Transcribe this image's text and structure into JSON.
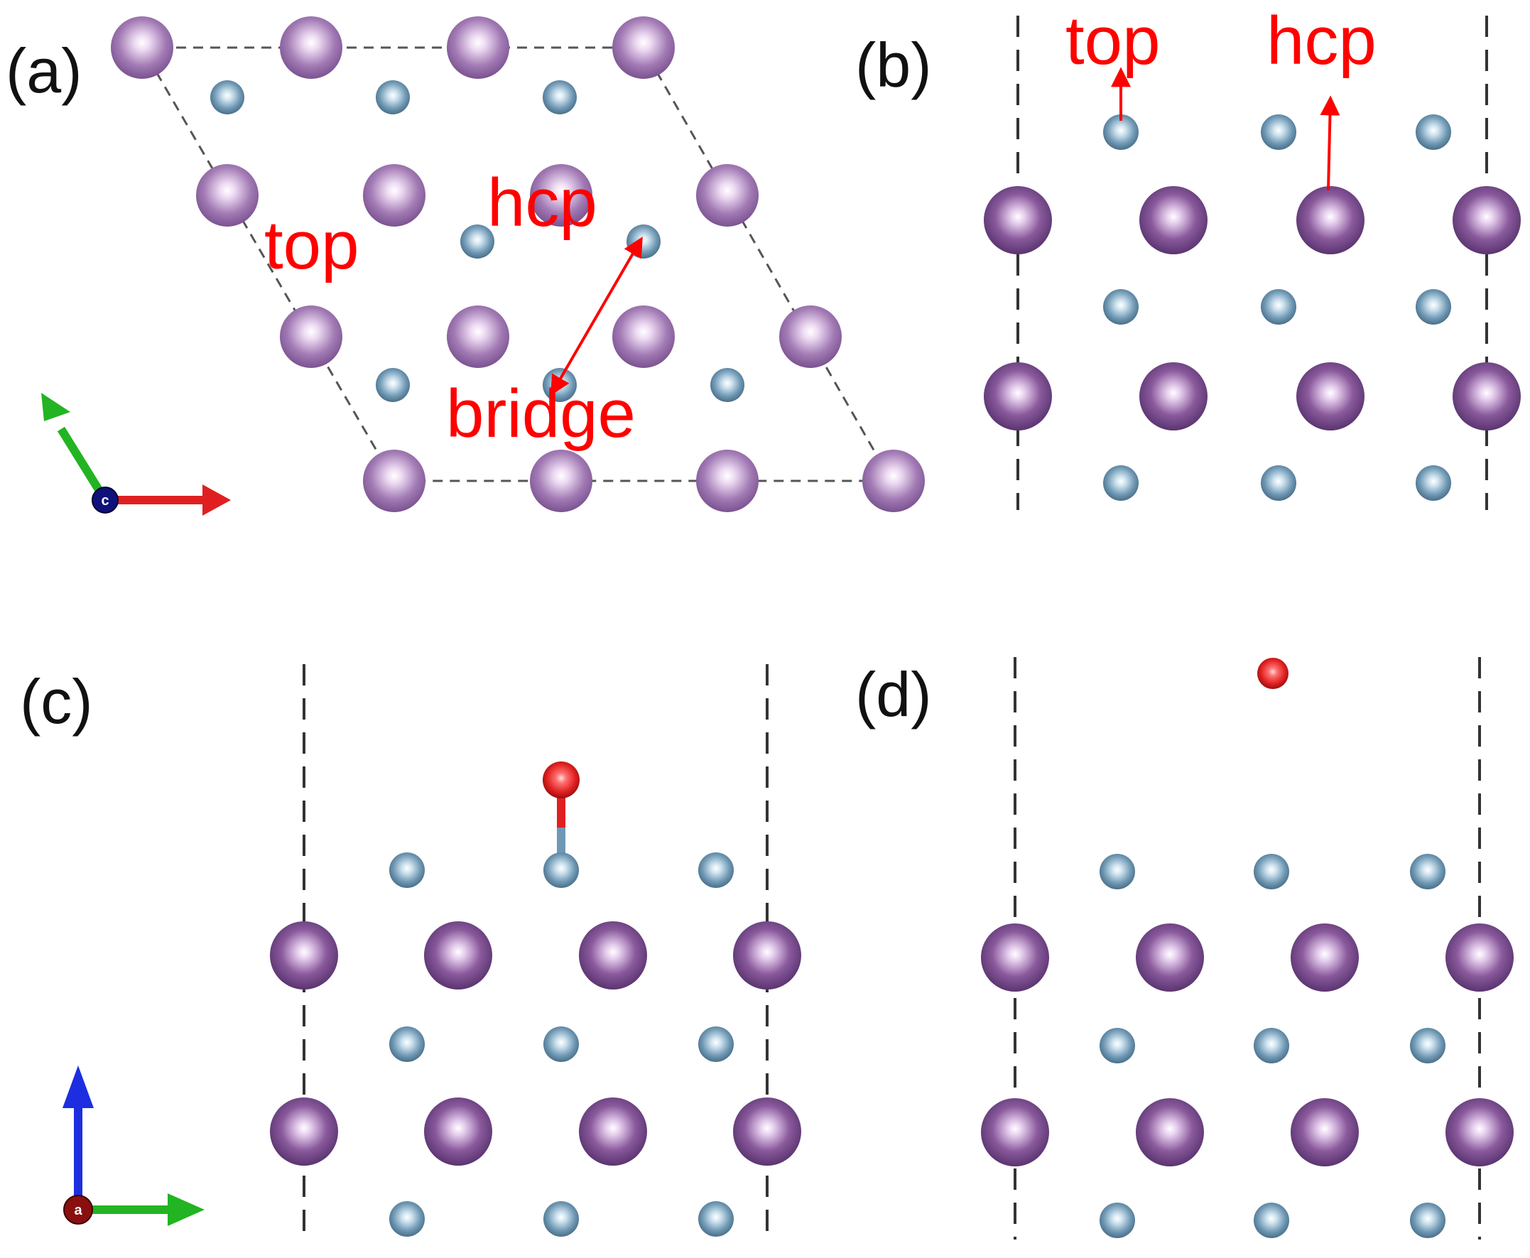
{
  "panels": {
    "a": {
      "label": "(a)",
      "sites": {
        "top": "top",
        "hcp": "hcp",
        "bridge": "bridge"
      },
      "axis_letter": "c"
    },
    "b": {
      "label": "(b)",
      "sites": {
        "top": "top",
        "hcp": "hcp"
      }
    },
    "c": {
      "label": "(c)",
      "axis_letter": "a"
    },
    "d": {
      "label": "(d)"
    }
  },
  "colors": {
    "large_atom": "#8a5a9c",
    "large_atom_light": "#a27ab4",
    "small_atom": "#6f98b4",
    "adsorbate_atom": "#e02020",
    "bond_upper": "#e02020",
    "bond_lower": "#6f98b4",
    "site_label": "#ff0000",
    "cell_outline": "#555555",
    "axis_x": "#e02020",
    "axis_y": "#22b422",
    "axis_z": "#1d2ee0",
    "axis_c_origin": "#10107a",
    "axis_a_origin": "#8a0f0f"
  },
  "icons": [
    "unit-cell-outline",
    "crystal-axes-triad",
    "site-arrow"
  ]
}
